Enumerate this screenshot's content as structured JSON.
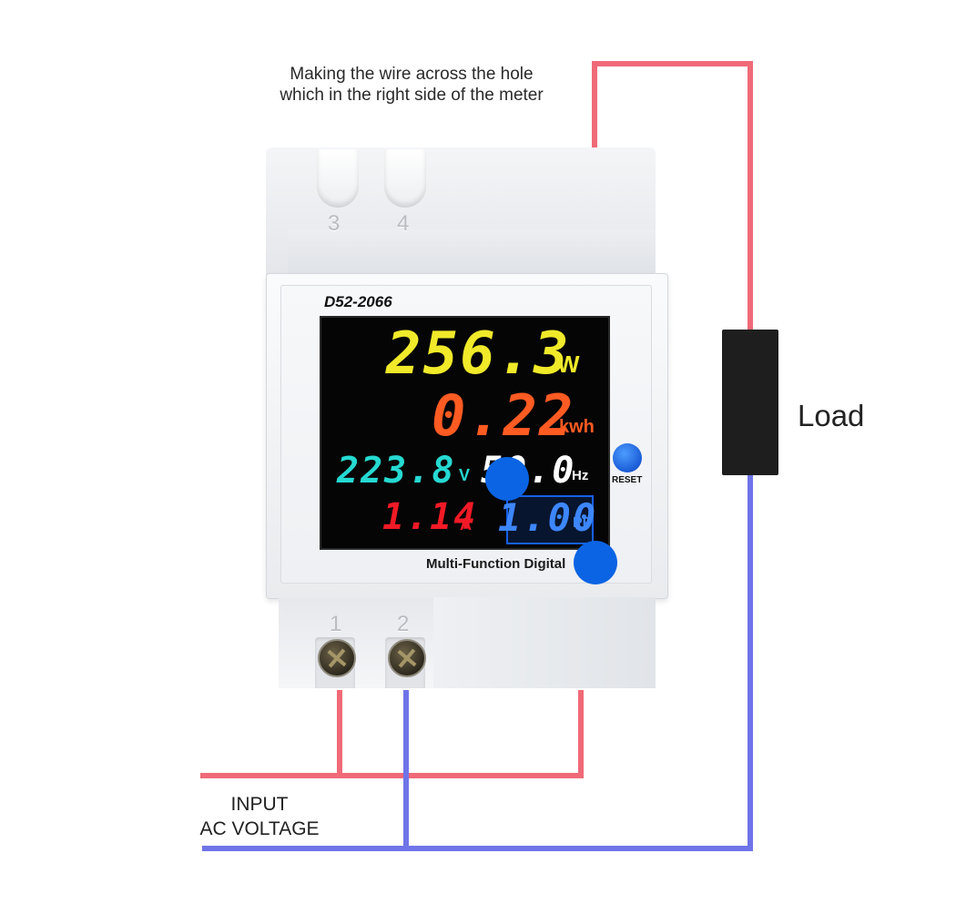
{
  "annotation": {
    "note": "Making the wire across the hole\nwhich in the right side of the meter",
    "input": "INPUT\nAC VOLTAGE",
    "load": "Load"
  },
  "meter": {
    "model": "D52-2066",
    "brand": "Multi-Function Digital",
    "terminals": [
      "3",
      "4",
      "1",
      "2"
    ],
    "reset": "RESET",
    "readings": {
      "power": {
        "value": "256.3",
        "unit": "W",
        "color": "#f0ea2a"
      },
      "energy": {
        "value": "0.22",
        "unit": "kwh",
        "color": "#ff5b22"
      },
      "voltage": {
        "value": "223.8",
        "unit": "V",
        "color": "#26d9d2"
      },
      "frequency": {
        "value": "50.0",
        "unit": "Hz",
        "color": "#ffffff"
      },
      "current": {
        "value": "1.14",
        "unit": "A",
        "color": "#f21a26"
      },
      "power_factor": {
        "value": "1.00",
        "unit": "PF",
        "color": "#3d86ff"
      }
    }
  },
  "wire_colors": {
    "live": "#f06a78",
    "neutral": "#6f74e8"
  }
}
